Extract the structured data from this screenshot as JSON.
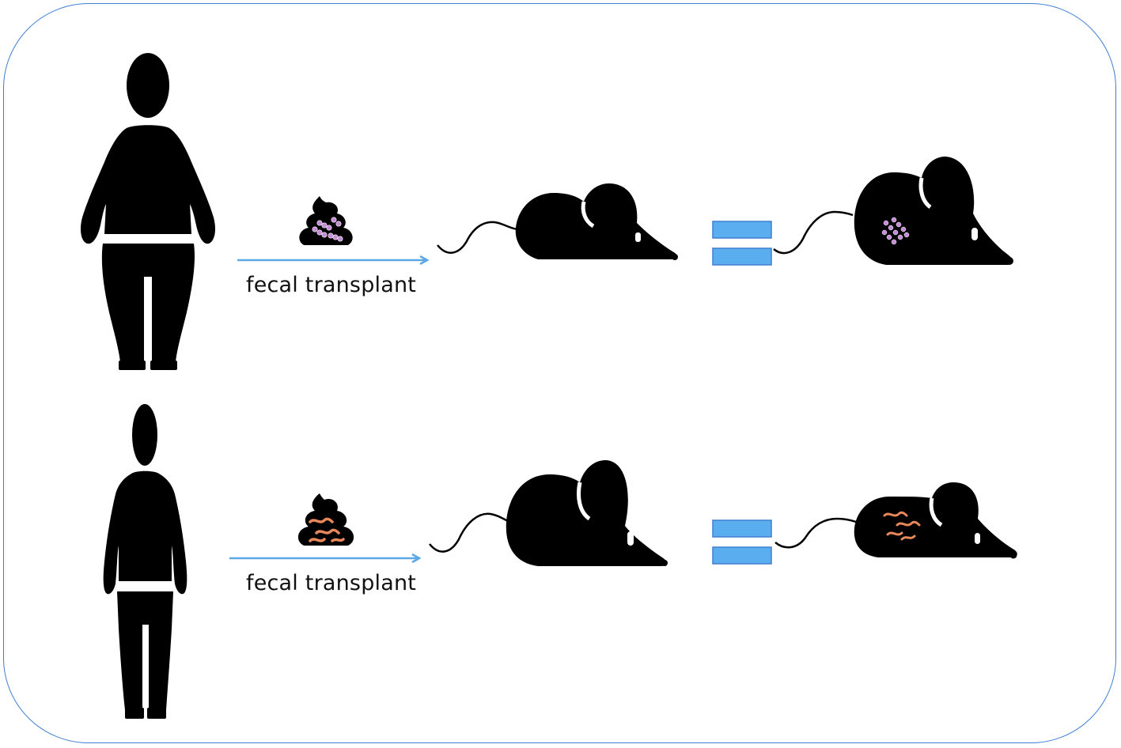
{
  "rows": [
    {
      "id": "obese",
      "arrow_label": "fecal transplant",
      "microbe_color": "#c58ad8"
    },
    {
      "id": "lean",
      "arrow_label": "fecal transplant",
      "microbe_color": "#e8875a"
    }
  ],
  "colors": {
    "frame": "#3f7fd0",
    "arrow": "#5aa8e6",
    "equals_fill": "#5aaeef",
    "equals_stroke": "#3f7fd0",
    "silhouette": "#000000"
  }
}
